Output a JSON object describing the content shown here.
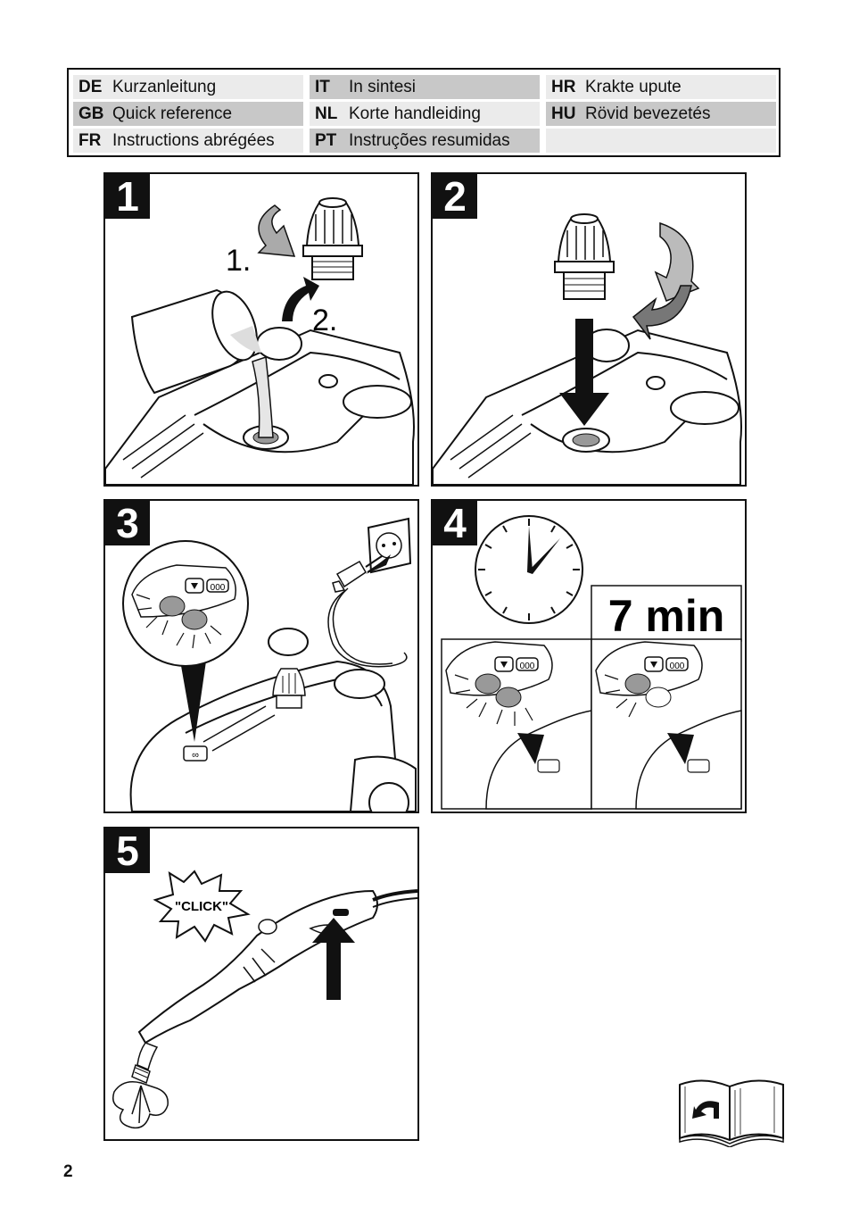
{
  "languages": [
    {
      "code": "DE",
      "label": "Kurzanleitung"
    },
    {
      "code": "GB",
      "label": "Quick reference"
    },
    {
      "code": "FR",
      "label": "Instructions abrégées"
    },
    {
      "code": "IT",
      "label": "In sintesi"
    },
    {
      "code": "NL",
      "label": "Korte handleiding"
    },
    {
      "code": "PT",
      "label": "Instruções resumidas"
    },
    {
      "code": "HR",
      "label": "Krakte upute"
    },
    {
      "code": "HU",
      "label": "Rövid bevezetés"
    }
  ],
  "steps": [
    {
      "number": "1",
      "sub1": "1.",
      "sub2": "2."
    },
    {
      "number": "2"
    },
    {
      "number": "3"
    },
    {
      "number": "4",
      "duration": "7 min"
    },
    {
      "number": "5",
      "sound": "\"CLICK\""
    }
  ],
  "page_number": "2",
  "icons": [
    "arrow-rotate-icon",
    "boiler-cap-icon",
    "down-arrow-icon",
    "clock-icon",
    "power-socket-icon",
    "plug-icon",
    "indicator-lamp-icon",
    "steam-gun-icon",
    "up-arrow-icon",
    "manual-book-icon"
  ]
}
